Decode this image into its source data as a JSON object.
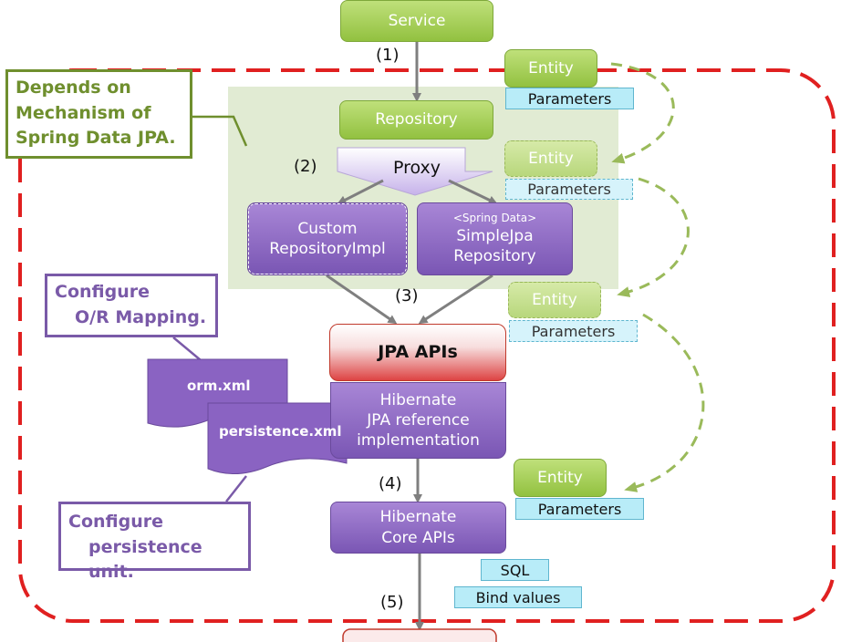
{
  "nodes": {
    "service": "Service",
    "repository": "Repository",
    "proxy": "Proxy",
    "custom_impl": [
      "Custom",
      "RepositoryImpl"
    ],
    "simple_jpa": {
      "tag": "<Spring Data>",
      "lines": [
        "SimpleJpa",
        "Repository"
      ]
    },
    "jpa_apis": "JPA APIs",
    "hibernate_jpa": [
      "Hibernate",
      "JPA reference",
      "implementation"
    ],
    "hibernate_core": [
      "Hibernate",
      "Core APIs"
    ]
  },
  "steps": [
    "(1)",
    "(2)",
    "(3)",
    "(4)",
    "(5)"
  ],
  "payloads": {
    "entity": "Entity",
    "parameters": "Parameters",
    "sql": "SQL",
    "bind_values": "Bind values"
  },
  "notes": {
    "depends": [
      "Depends on",
      "Mechanism of",
      "Spring Data JPA."
    ],
    "orm_mapping": [
      "Configure",
      "O/R Mapping."
    ],
    "persistence_unit": [
      "Configure",
      "persistence unit."
    ]
  },
  "documents": {
    "orm": "orm.xml",
    "persistence": "persistence.xml"
  },
  "colors": {
    "boundary": "#e02020",
    "green_note": "#6f8f2e",
    "purple_note": "#7a5aa8",
    "arrow": "#7f7f7f",
    "flow": "#9aba5a"
  }
}
